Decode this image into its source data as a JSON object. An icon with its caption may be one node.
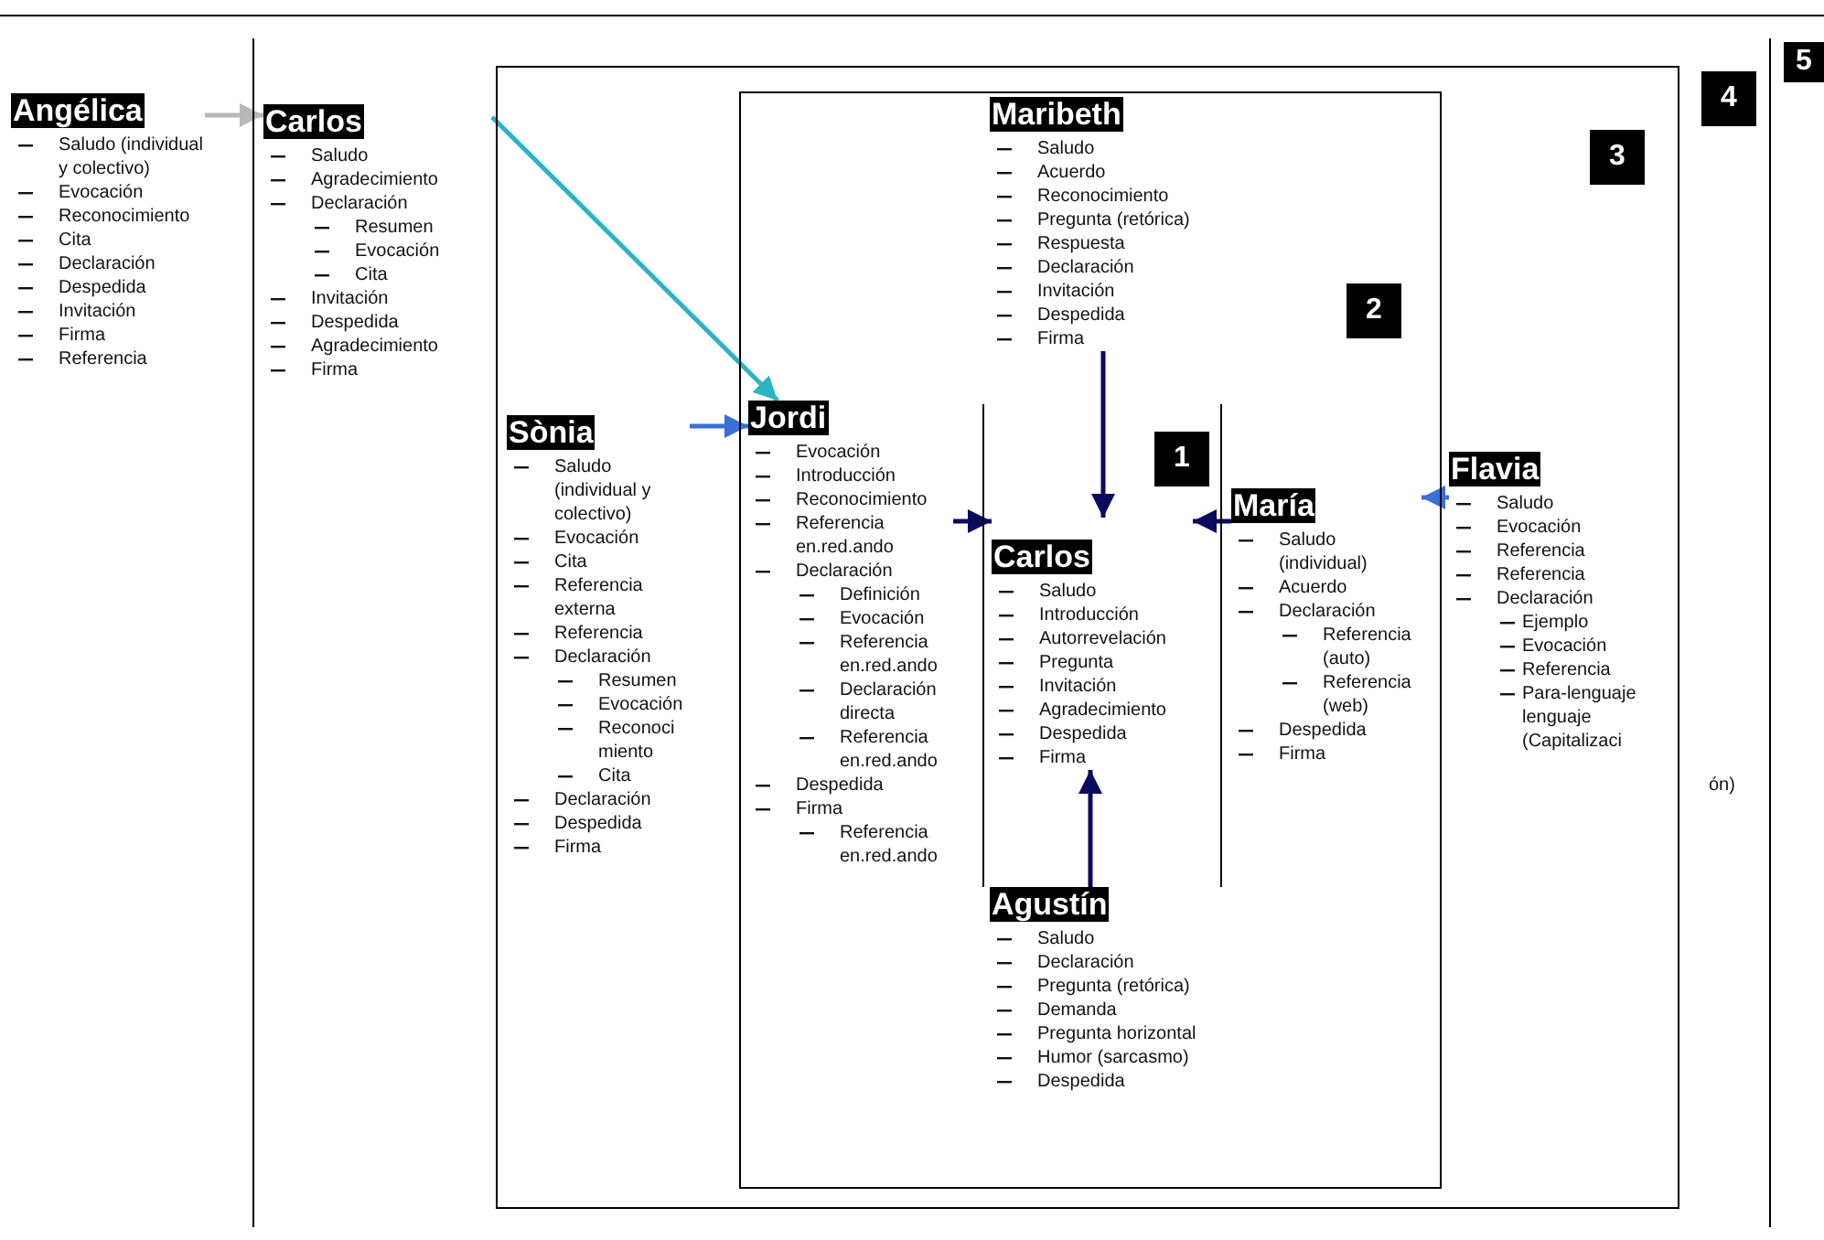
{
  "diagram": {
    "nodes": [
      {
        "text": [
          "5"
        ]
      },
      {
        "text": [
          "4"
        ],
        "in": 0
      },
      {
        "text": [
          "3"
        ],
        "in": 1
      },
      {
        "text": [
          "2"
        ],
        "in": 2
      },
      {
        "text": [
          "1"
        ],
        "in": 3
      },
      {
        "text": [
          "Angélica",
          "Saludo (individual y colectivo)",
          "Evocación",
          "Reconocimiento",
          "Cita",
          "Declaración",
          "Despedida",
          "Invitación",
          "Firma",
          "Referencia"
        ],
        "in": 0
      },
      {
        "text": [
          "Carlos",
          "Saludo",
          "Agradecimiento",
          "Declaración",
          "Resumen",
          "Evocación",
          "Cita",
          "Invitación",
          "Despedida",
          "Agradecimiento",
          "Firma"
        ],
        "in": 1
      },
      {
        "text": [
          "Maribeth",
          "Saludo",
          "Acuerdo",
          "Reconocimiento",
          "Pregunta (retórica)",
          "Respuesta",
          "Declaración",
          "Invitación",
          "Despedida",
          "Firma"
        ],
        "in": 3
      },
      {
        "text": [
          "Sònia",
          "Saludo (individual y colectivo)",
          "Evocación",
          "Cita",
          "Referencia externa",
          "Referencia",
          "Declaración",
          "Resumen",
          "Evocación",
          "Reconocimiento",
          "Cita",
          "Declaración",
          "Despedida",
          "Firma"
        ],
        "in": 2
      },
      {
        "text": [
          "Jordi",
          "Evocación",
          "Introducción",
          "Reconocimiento",
          "Referencia en.red.ando",
          "Declaración",
          "Definición",
          "Evocación",
          "Referencia en.red.ando",
          "Declaración directa",
          "Referencia en.red.ando",
          "Despedida",
          "Firma",
          "Referencia en.red.ando"
        ],
        "in": 3
      },
      {
        "text": [
          "Carlos",
          "Saludo",
          "Introducción",
          "Autorrevelación",
          "Pregunta",
          "Invitación",
          "Agradecimiento",
          "Despedida",
          "Firma"
        ],
        "in": 4
      },
      {
        "text": [
          "María",
          "Saludo (individual)",
          "Acuerdo",
          "Declaración",
          "Referencia (auto)",
          "Referencia (web)",
          "Despedida",
          "Firma"
        ],
        "in": 3
      },
      {
        "text": [
          "Flavia",
          "Saludo",
          "Evocación",
          "Referencia",
          "Referencia",
          "Declaración",
          "Ejemplo",
          "Evocación",
          "Referencia",
          "Para-lenguaje lenguaje (Capitalizaci"
        ],
        "in": 2
      },
      {
        "text": [
          "Agustín",
          "Saludo",
          "Declaración",
          "Pregunta (retórica)",
          "Demanda",
          "Pregunta horizontal",
          "Humor (sarcasmo)",
          "Despedida"
        ],
        "in": 3
      }
    ],
    "edges": [
      {
        "from": 5,
        "to": 6,
        "arrow": "to",
        "color": "#b8b8b8"
      },
      {
        "from": 6,
        "to": 9,
        "arrow": "to",
        "color": "#2bb3c6"
      },
      {
        "from": 8,
        "to": 9,
        "arrow": "to",
        "color": "#3a6fd6"
      },
      {
        "from": 9,
        "to": 10,
        "arrow": "to"
      },
      {
        "from": 7,
        "to": 10,
        "arrow": "to"
      },
      {
        "from": 11,
        "to": 10,
        "arrow": "to"
      },
      {
        "from": 12,
        "to": 11,
        "arrow": "to",
        "color": "#3a6fd6"
      },
      {
        "from": 13,
        "to": 10,
        "arrow": "to"
      }
    ],
    "labels": [
      "ón)"
    ]
  }
}
